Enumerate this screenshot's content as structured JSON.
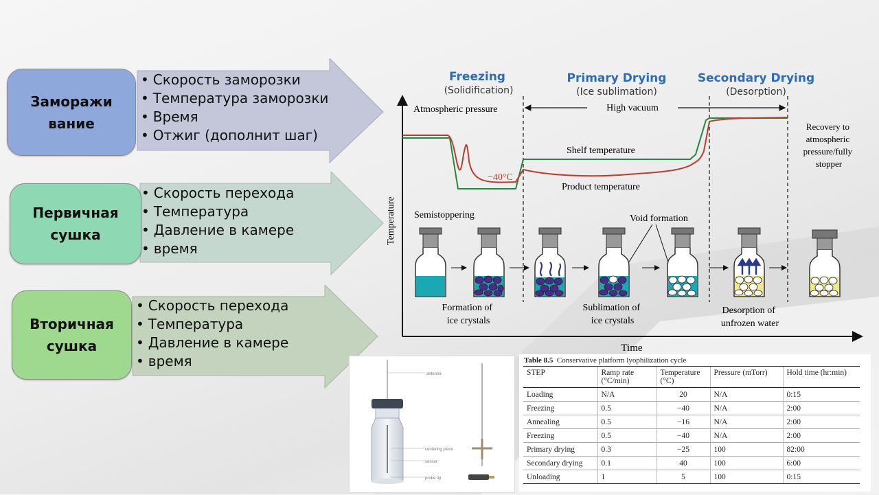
{
  "stages": [
    {
      "title_line1": "Заморажи",
      "title_line2": "вание",
      "bullets": [
        "Скорость заморозки",
        "Температура заморозки",
        "Время",
        "Отжиг (дополнит шаг)"
      ],
      "box_color": "#8fa8dc",
      "arrow_color": "#c3c7d9"
    },
    {
      "title_line1": "Первичная",
      "title_line2": "сушка",
      "bullets": [
        "Скорость перехода",
        "Температура",
        "Давление в камере",
        "время"
      ],
      "box_color": "#8fd8b4",
      "arrow_color": "#c5d8d0"
    },
    {
      "title_line1": "Вторичная",
      "title_line2": "сушка",
      "bullets": [
        "Скорость перехода",
        "Температура",
        "Давление в камере",
        "время"
      ],
      "box_color": "#9fd88f",
      "arrow_color": "#c3d3bd"
    }
  ],
  "diagram": {
    "phases": [
      {
        "name": "Freezing",
        "sub": "(Solidification)"
      },
      {
        "name": "Primary Drying",
        "sub": "(Ice sublimation)"
      },
      {
        "name": "Secondary Drying",
        "sub": "(Desorption)"
      }
    ],
    "atmospheric_pressure": "Atmospheric pressure",
    "high_vacuum": "High vacuum",
    "recovery_lines": [
      "Recovery to",
      "atmospheric",
      "pressure/fully",
      "stopper"
    ],
    "shelf_temperature": "Shelf temperature",
    "product_temperature": "Product temperature",
    "minus40": "−40°C",
    "semistoppering": "Semistoppering",
    "void_formation": "Void formation",
    "formation_lines": [
      "Formation of",
      "ice crystals"
    ],
    "sublimation_lines": [
      "Sublimation of",
      "ice crystals"
    ],
    "desorption_lines": [
      "Desorption of",
      "unfrozen water"
    ],
    "ylabel": "Temperature",
    "xlabel": "Time",
    "colors": {
      "header": "#2e6db5",
      "shelf": "#1f8a3a",
      "product": "#c0392b",
      "liquid": "#1aa9b3",
      "ice": "#4b2a8a",
      "dry": "#f3e88a"
    }
  },
  "probe": {
    "labels": [
      "antenna",
      "centering piece",
      "sensor",
      "probe tip"
    ]
  },
  "table": {
    "caption_num": "Table 8.5",
    "caption_text": "Conservative platform lyophilization cycle",
    "headers": [
      "STEP",
      "Ramp rate (°C/min)",
      "Temperature (°C)",
      "Pressure (mTorr)",
      "Hold time (hr:min)"
    ],
    "rows": [
      [
        "Loading",
        "N/A",
        "20",
        "N/A",
        "0:15"
      ],
      [
        "Freezing",
        "0.5",
        "−40",
        "N/A",
        "2:00"
      ],
      [
        "Annealing",
        "0.5",
        "−16",
        "N/A",
        "2:00"
      ],
      [
        "Freezing",
        "0.5",
        "−40",
        "N/A",
        "2:00"
      ],
      [
        "Primary drying",
        "0.3",
        "−25",
        "100",
        "82:00"
      ],
      [
        "Secondary drying",
        "0.1",
        "40",
        "100",
        "6:00"
      ],
      [
        "Unloading",
        "1",
        "5",
        "100",
        "0:15"
      ]
    ]
  }
}
